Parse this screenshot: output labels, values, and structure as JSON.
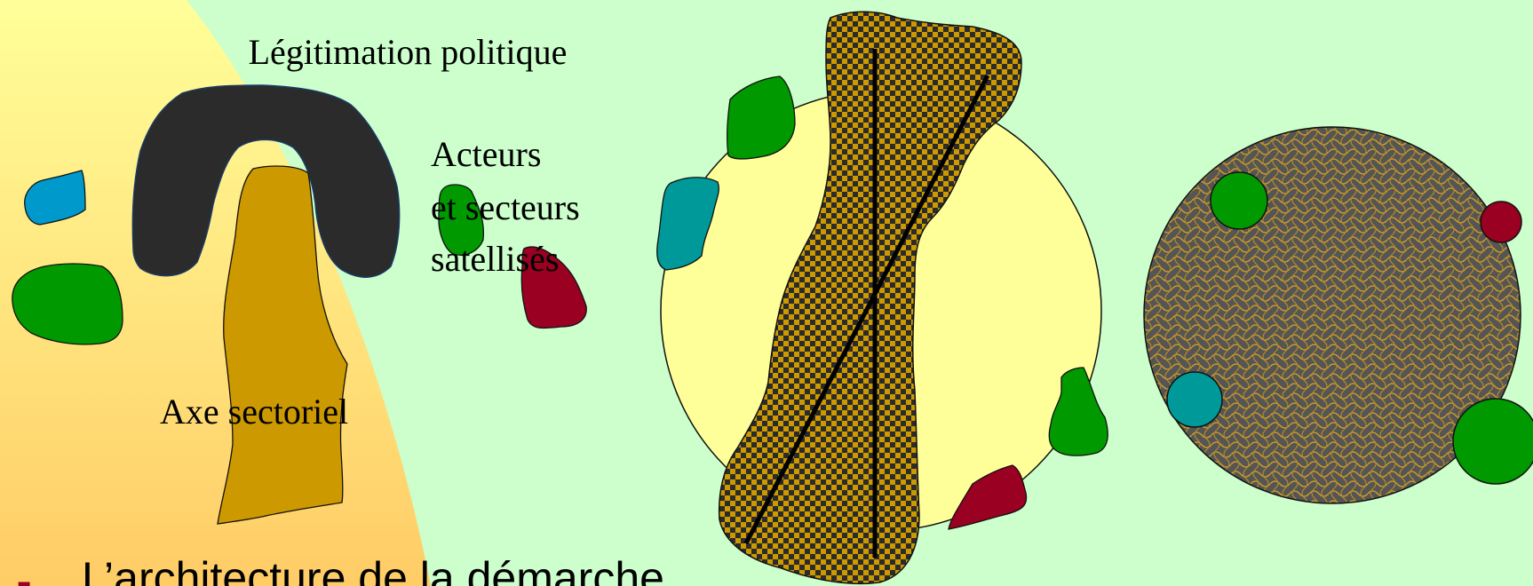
{
  "slide": {
    "colors": {
      "background": "#ccffcc",
      "gradient_top": "#ffff99",
      "gradient_bottom": "#ffcc66",
      "dark_arch": "#2b2b2b",
      "sector_axis": "#cc9900",
      "green": "#009900",
      "teal": "#009999",
      "red": "#990022",
      "blue": "#0099cc",
      "pale_yellow_circle": "#ffff99",
      "weave": "#555555"
    }
  },
  "diagram1": {
    "label_top": "Légitimation politique",
    "label_actors_lines": [
      "Acteurs",
      "et secteurs",
      "satellisés"
    ],
    "label_axis": "Axe sectoriel"
  },
  "bullet": {
    "marker": "▪",
    "text": "L’architecture de la démarche"
  }
}
